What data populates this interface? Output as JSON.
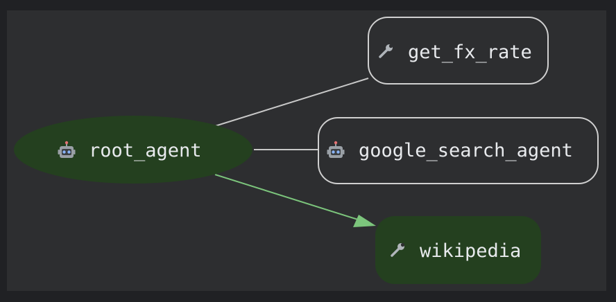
{
  "colors": {
    "page_background": "#202124",
    "canvas_background": "#2d2e30",
    "highlight_fill": "#24401f",
    "node_outline": "#d0d0d0",
    "edge_plain": "#c8c8c8",
    "edge_highlight": "#7cc57c",
    "text": "#e8eaed"
  },
  "nodes": {
    "root_agent": {
      "icon": "robot-icon",
      "label": "root_agent"
    },
    "get_fx_rate": {
      "icon": "wrench-icon",
      "label": "get_fx_rate"
    },
    "google_search_agent": {
      "icon": "robot-icon",
      "label": "google_search_agent"
    },
    "wikipedia": {
      "icon": "wrench-icon",
      "label": "wikipedia"
    }
  }
}
